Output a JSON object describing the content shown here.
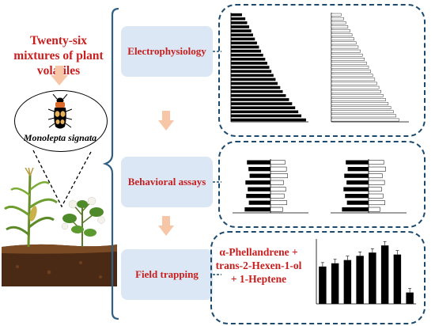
{
  "title": "Twenty-six mixtures of plant volatiles",
  "species": "Monolepta signata",
  "stages": {
    "electrophysiology": "Electrophysiology",
    "behavioral": "Behavioral assays",
    "field": "Field trapping"
  },
  "field_result": "α-Phellandrene + trans-2-Hexen-1-ol + 1-Heptene",
  "colors": {
    "accent_red": "#c81e1e",
    "stage_bg": "#dbe7f4",
    "panel_border": "#1c4a6e",
    "arrow": "#f7c6a6"
  },
  "chart_data": [
    {
      "type": "bar",
      "panel": "electrophysiology-female",
      "orientation": "horizontal",
      "series": [
        {
          "fill": "black",
          "values": [
            0.42,
            0.55,
            0.62,
            0.7,
            0.78,
            0.85,
            0.92,
            1.0,
            1.08,
            1.16,
            1.24,
            1.32,
            1.4,
            1.48,
            1.56,
            1.64,
            1.72,
            1.8,
            1.9,
            2.0,
            2.12,
            2.24,
            2.36,
            2.48,
            2.6,
            2.72,
            2.9
          ]
        }
      ]
    },
    {
      "type": "bar",
      "panel": "electrophysiology-male",
      "orientation": "horizontal",
      "series": [
        {
          "fill": "white",
          "values": [
            0.38,
            0.48,
            0.56,
            0.64,
            0.72,
            0.8,
            0.88,
            0.96,
            1.04,
            1.12,
            1.2,
            1.28,
            1.36,
            1.44,
            1.52,
            1.6,
            1.68,
            1.76,
            1.84,
            1.92,
            2.0,
            2.1,
            2.2,
            2.3,
            2.4,
            2.5,
            2.62
          ]
        }
      ]
    },
    {
      "type": "bar",
      "panel": "behavioral-female",
      "orientation": "diverging",
      "series": [
        {
          "fill": "black",
          "values": [
            62,
            58,
            55,
            66,
            60,
            64,
            57,
            68
          ]
        },
        {
          "fill": "white",
          "values": [
            38,
            42,
            45,
            34,
            40,
            36,
            43,
            32
          ]
        }
      ]
    },
    {
      "type": "bar",
      "panel": "behavioral-male",
      "orientation": "diverging",
      "series": [
        {
          "fill": "black",
          "values": [
            60,
            55,
            64,
            58,
            66,
            62,
            57,
            70
          ]
        },
        {
          "fill": "white",
          "values": [
            40,
            45,
            36,
            42,
            34,
            38,
            43,
            30
          ]
        }
      ]
    },
    {
      "type": "bar",
      "panel": "field",
      "orientation": "vertical",
      "series": [
        {
          "fill": "black",
          "values": [
            11.5,
            12.5,
            13.5,
            14.8,
            15.8,
            18.0,
            15.2,
            3.5
          ]
        }
      ],
      "ylim": [
        0,
        20
      ]
    }
  ]
}
